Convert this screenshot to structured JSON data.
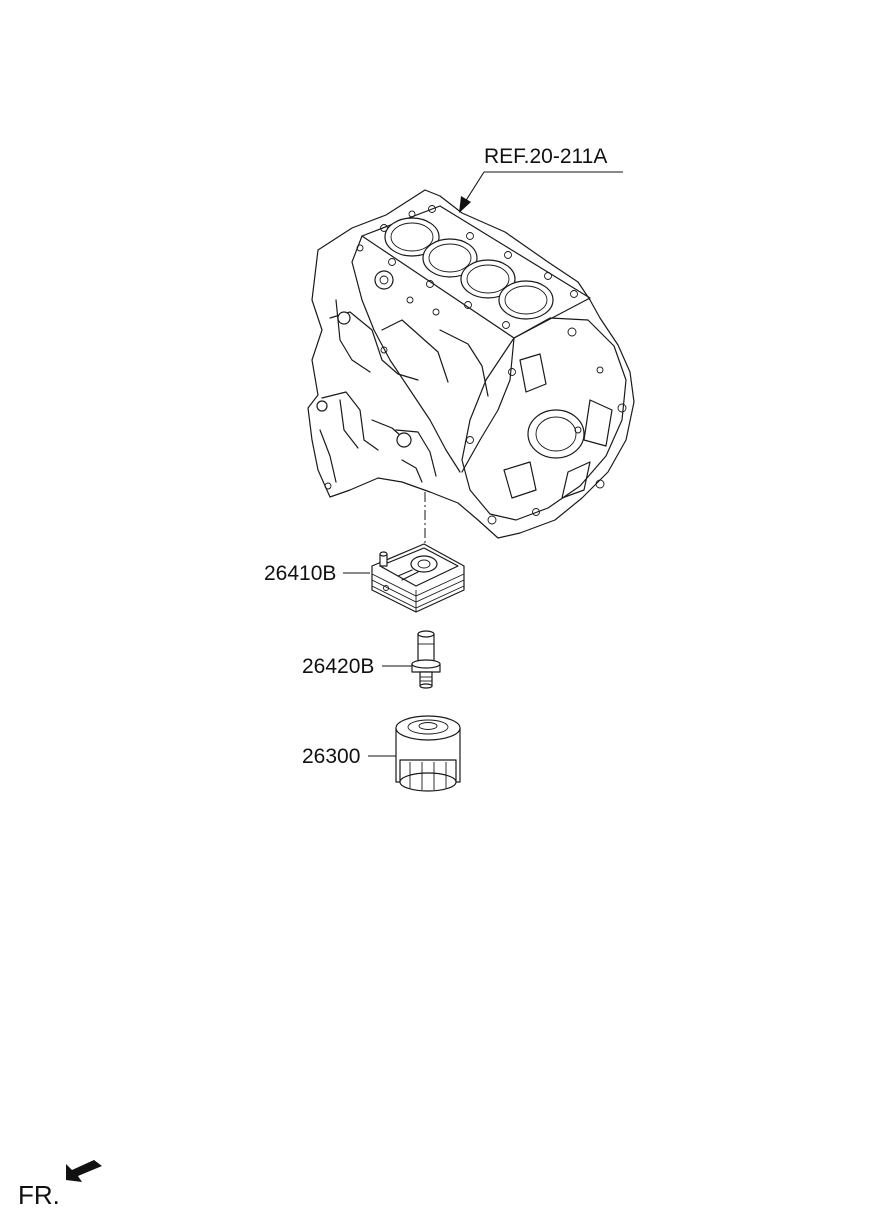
{
  "callouts": {
    "ref": "REF.20-211A",
    "oil_cooler": "26410B",
    "bolt": "26420B",
    "filter": "26300"
  },
  "orientation": {
    "label": "FR.",
    "icon": "front-direction-arrow-icon"
  }
}
